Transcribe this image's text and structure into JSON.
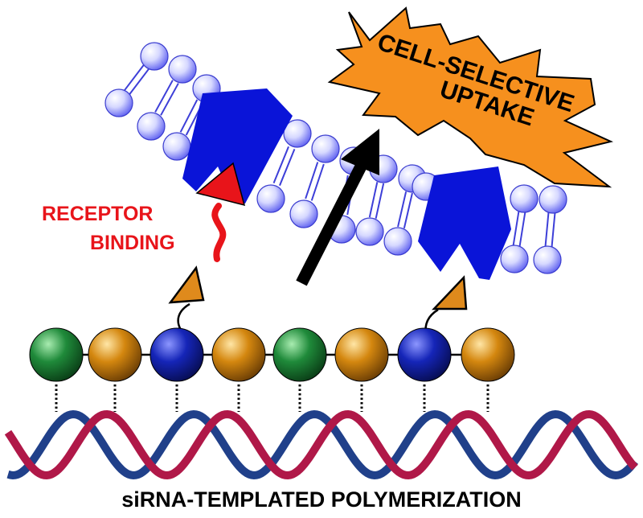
{
  "labels": {
    "uptake_line1": "CELL-SELECTIVE",
    "uptake_line2": "UPTAKE",
    "receptor_line1": "RECEPTOR",
    "receptor_line2": "BINDING",
    "bottom": "siRNA-TEMPLATED POLYMERIZATION"
  },
  "polymer_beads": [
    "green",
    "orange",
    "blue",
    "orange",
    "green",
    "orange",
    "blue",
    "orange"
  ],
  "colors": {
    "green_bead": "#1f8a3a",
    "orange_bead": "#d4870f",
    "blue_bead": "#1525b8",
    "receptor": "#0a14d8",
    "starburst": "#f6901e",
    "receptor_text": "#e8141a",
    "helix_red": "#b01848",
    "helix_blue": "#20408a",
    "ligand": "#df8a1c"
  },
  "icons": {
    "ligand": "triangle-ligand-icon",
    "uptake_arrow": "black-arrow-icon",
    "binding_arrow": "red-arrow-icon"
  }
}
